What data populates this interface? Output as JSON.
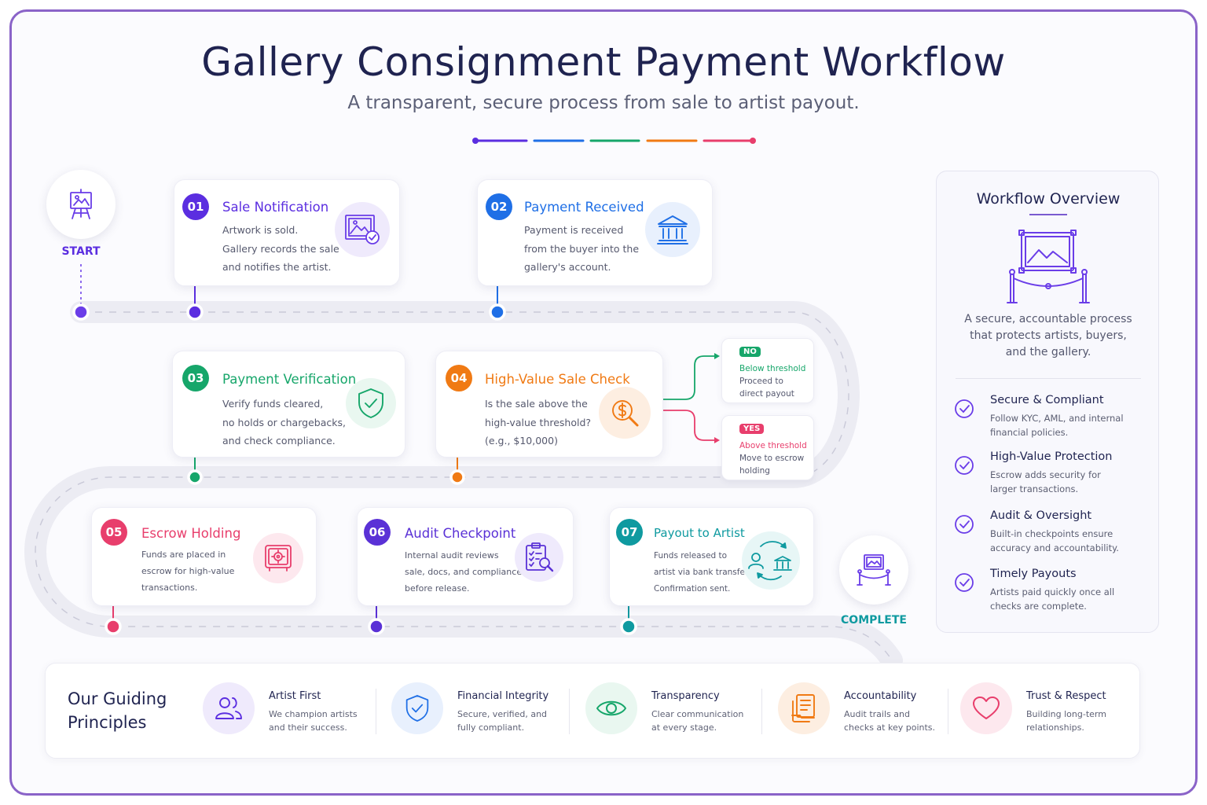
{
  "header": {
    "title": "Gallery Consignment Payment Workflow",
    "subtitle": "A transparent, secure process from sale to artist payout."
  },
  "colors": {
    "purple": "#5b2ee0",
    "blue": "#1f6fe6",
    "green": "#16a66a",
    "orange": "#f07a14",
    "pink": "#e83e6c",
    "indigo": "#5a31d6",
    "teal": "#0f9aa0"
  },
  "start": {
    "label": "START",
    "icon": "easel-icon"
  },
  "complete": {
    "label": "COMPLETE",
    "icon": "gallery-frame-icon"
  },
  "steps": [
    {
      "number": "01",
      "title": "Sale Notification",
      "lines": [
        "Artwork is sold.",
        "Gallery records the sale",
        "and notifies the artist."
      ],
      "icon": "framed-artwork-check-icon"
    },
    {
      "number": "02",
      "title": "Payment Received",
      "lines": [
        "Payment is received",
        "from the buyer into the",
        "gallery's account."
      ],
      "icon": "bank-icon"
    },
    {
      "number": "03",
      "title": "Payment Verification",
      "lines": [
        "Verify funds cleared,",
        "no holds or chargebacks,",
        "and check compliance."
      ],
      "icon": "shield-check-icon"
    },
    {
      "number": "04",
      "title": "High-Value Sale Check",
      "lines": [
        "Is the sale above the",
        "high-value threshold?",
        "(e.g., $10,000)"
      ],
      "icon": "dollar-search-icon"
    },
    {
      "number": "05",
      "title": "Escrow Holding",
      "lines": [
        "Funds are placed in",
        "escrow for high-value",
        "transactions."
      ],
      "icon": "safe-icon"
    },
    {
      "number": "06",
      "title": "Audit Checkpoint",
      "lines": [
        "Internal audit reviews",
        "sale, docs, and compliance",
        "before release."
      ],
      "icon": "clipboard-audit-icon"
    },
    {
      "number": "07",
      "title": "Payout to Artist",
      "lines": [
        "Funds released to",
        "artist via bank transfer.",
        "Confirmation sent."
      ],
      "icon": "artist-bank-transfer-icon"
    }
  ],
  "branches": {
    "no": {
      "badge": "NO",
      "lines": [
        "Below threshold",
        "Proceed to",
        "direct payout"
      ]
    },
    "yes": {
      "badge": "YES",
      "lines": [
        "Above threshold",
        "Move to escrow",
        "holding"
      ]
    }
  },
  "overview": {
    "title": "Workflow Overview",
    "icon": "gallery-frame-icon",
    "lines": [
      "A secure, accountable process",
      "that protects artists, buyers,",
      "and the gallery."
    ],
    "items": [
      {
        "title": "Secure & Compliant",
        "lines": [
          "Follow KYC, AML, and internal",
          "financial policies."
        ]
      },
      {
        "title": "High-Value Protection",
        "lines": [
          "Escrow adds security for",
          "larger transactions."
        ]
      },
      {
        "title": "Audit & Oversight",
        "lines": [
          "Built-in checkpoints ensure",
          "accuracy and accountability."
        ]
      },
      {
        "title": "Timely Payouts",
        "lines": [
          "Artists paid quickly once all",
          "checks are complete."
        ]
      }
    ]
  },
  "principles": {
    "title_lines": [
      "Our Guiding",
      "Principles"
    ],
    "items": [
      {
        "title": "Artist First",
        "lines": [
          "We champion artists",
          "and their success."
        ],
        "icon": "people-icon"
      },
      {
        "title": "Financial Integrity",
        "lines": [
          "Secure, verified, and",
          "fully compliant."
        ],
        "icon": "shield-check-icon"
      },
      {
        "title": "Transparency",
        "lines": [
          "Clear communication",
          "at every stage."
        ],
        "icon": "eye-icon"
      },
      {
        "title": "Accountability",
        "lines": [
          "Audit trails and",
          "checks at key points."
        ],
        "icon": "document-stack-icon"
      },
      {
        "title": "Trust & Respect",
        "lines": [
          "Building long-term",
          "relationships."
        ],
        "icon": "heart-icon"
      }
    ]
  }
}
